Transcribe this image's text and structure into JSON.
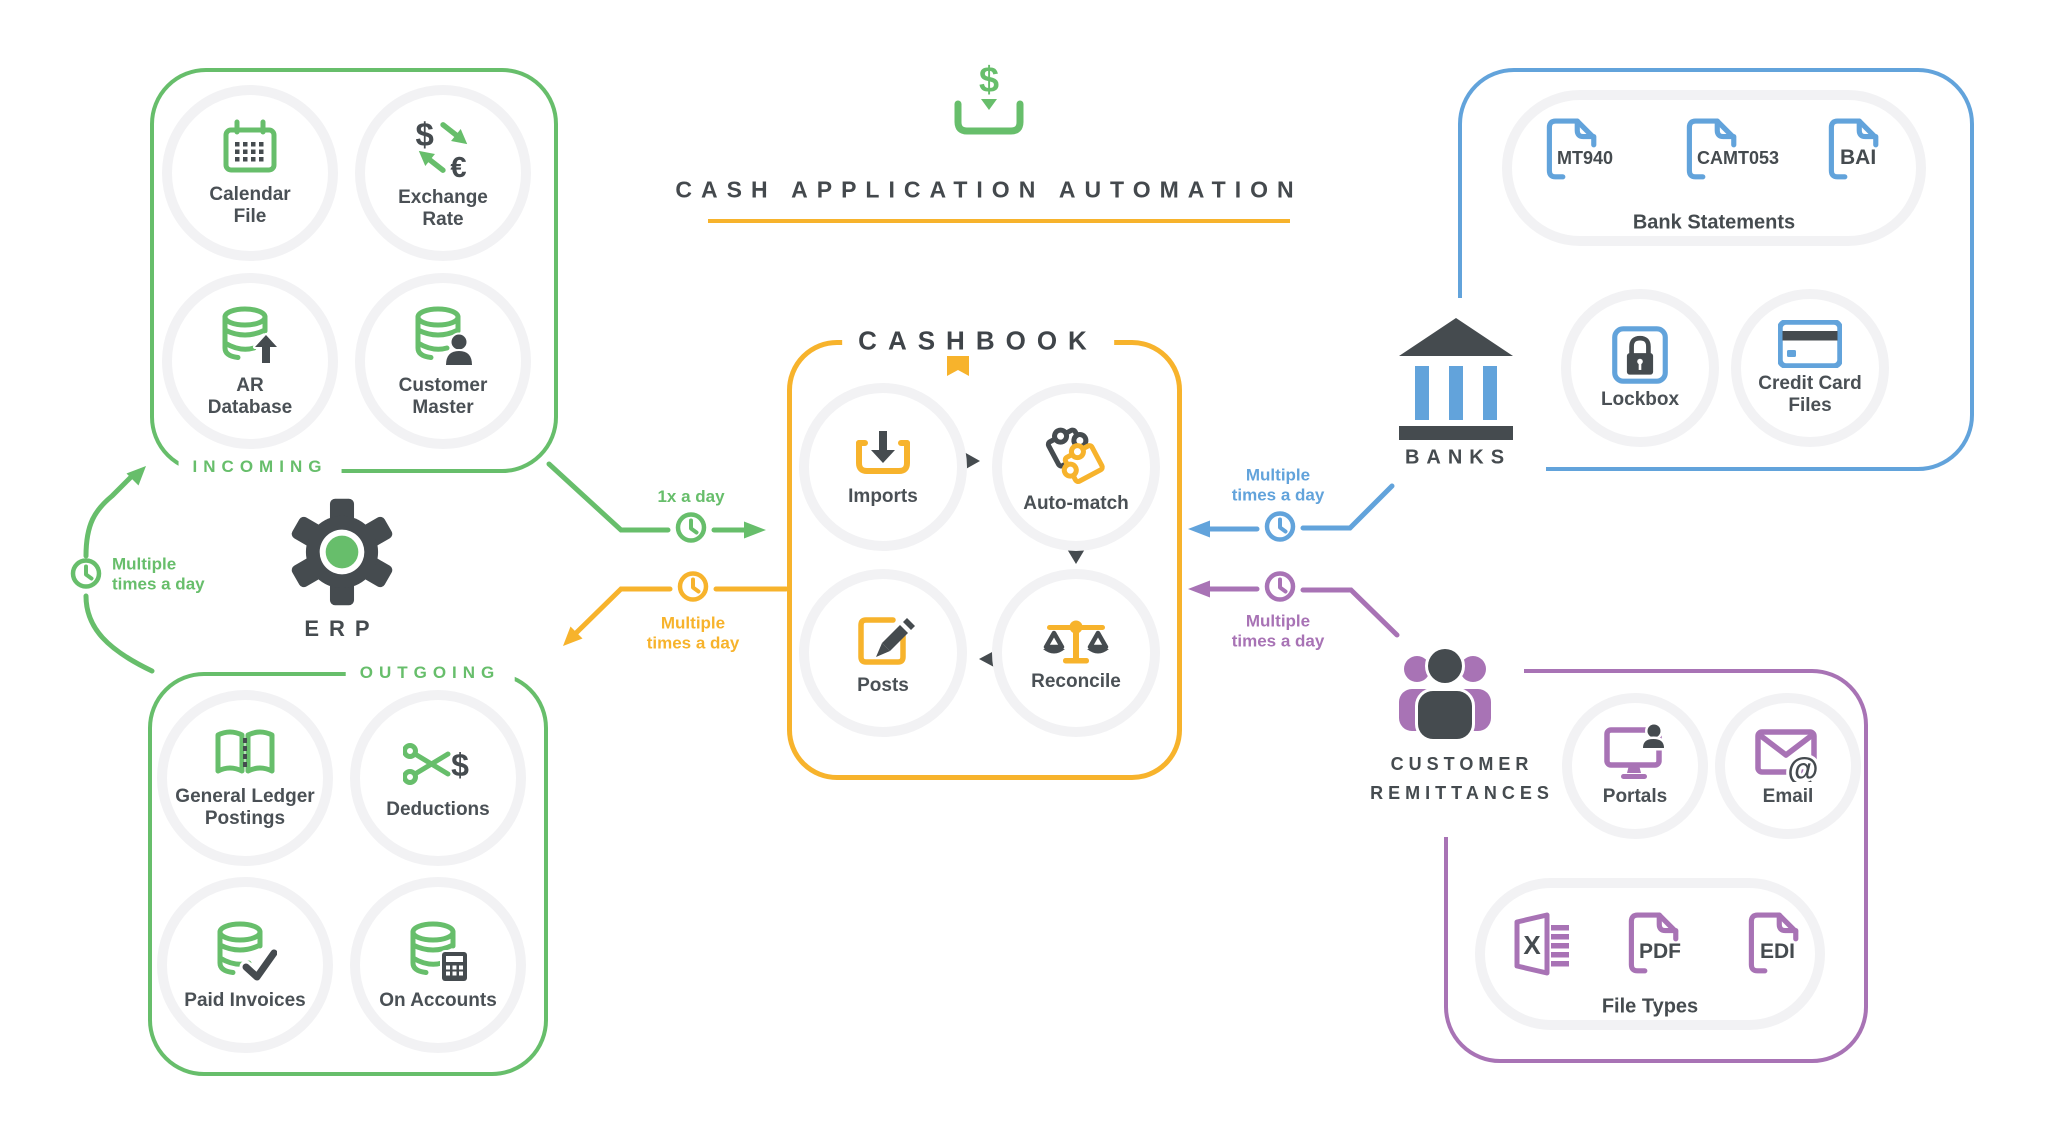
{
  "title": "CASH APPLICATION AUTOMATION",
  "colors": {
    "green": "#67BE6B",
    "yellow": "#F7B32C",
    "blue": "#62A3DB",
    "purple": "#A873B5",
    "dark": "#454B4F"
  },
  "incoming": {
    "label": "INCOMING",
    "items": [
      {
        "label": "Calendar File"
      },
      {
        "label": "Exchange Rate"
      },
      {
        "label": "AR Database"
      },
      {
        "label": "Customer Master"
      }
    ]
  },
  "outgoing": {
    "label": "OUTGOING",
    "items": [
      {
        "label": "General Ledger Postings"
      },
      {
        "label": "Deductions"
      },
      {
        "label": "Paid Invoices"
      },
      {
        "label": "On Accounts"
      }
    ]
  },
  "erp": {
    "label": "ERP"
  },
  "cashbook": {
    "title": "CASHBOOK",
    "items": [
      {
        "label": "Imports"
      },
      {
        "label": "Auto-match"
      },
      {
        "label": "Posts"
      },
      {
        "label": "Reconcile"
      }
    ]
  },
  "banks": {
    "label": "BANKS",
    "statements_label": "Bank Statements",
    "statement_files": [
      {
        "label": "MT940"
      },
      {
        "label": "CAMT053"
      },
      {
        "label": "BAI"
      }
    ],
    "items": [
      {
        "label": "Lockbox"
      },
      {
        "label": "Credit Card Files"
      }
    ]
  },
  "customer": {
    "label_line1": "CUSTOMER",
    "label_line2": "REMITTANCES",
    "items": [
      {
        "label": "Portals"
      },
      {
        "label": "Email"
      }
    ],
    "file_types_label": "File Types",
    "file_types": [
      {
        "label": "X"
      },
      {
        "label": "PDF"
      },
      {
        "label": "EDI"
      }
    ]
  },
  "flows": {
    "erp_loop": "Multiple times a day",
    "erp_to_cashbook": "1x a day",
    "cashbook_to_erp": "Multiple times a day",
    "banks_to_cashbook": "Multiple times a day",
    "customer_to_cashbook": "Multiple times a day"
  }
}
